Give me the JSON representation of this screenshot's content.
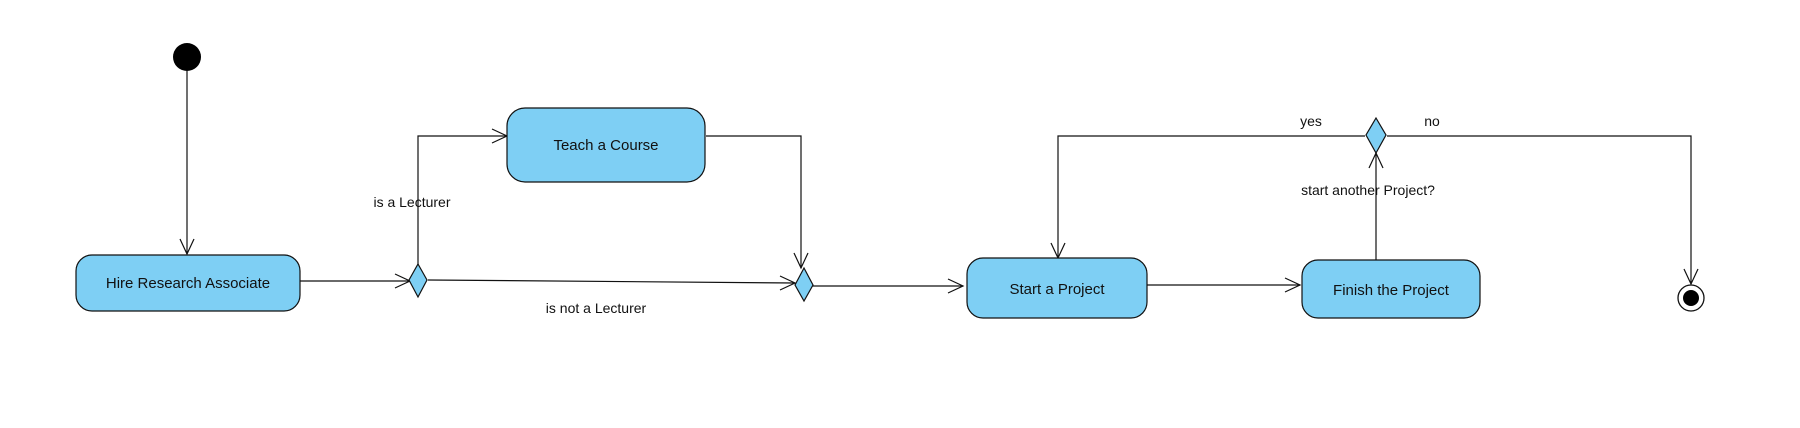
{
  "colors": {
    "activity_fill": "#7ecff4",
    "decision_fill": "#7ecff4",
    "stroke": "#111111",
    "background": "#ffffff"
  },
  "diagram": {
    "activities": {
      "hire": "Hire Research Associate",
      "teach": "Teach a Course",
      "start": "Start a Project",
      "finish": "Finish the Project"
    },
    "guards": {
      "is_lecturer": "is a Lecturer",
      "is_not_lecturer": "is not a Lecturer",
      "another_project": "start another Project?",
      "yes": "yes",
      "no": "no"
    }
  }
}
